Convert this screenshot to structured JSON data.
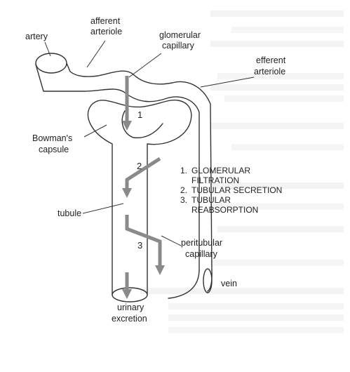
{
  "labels": {
    "artery": "artery",
    "afferent_1": "afferent",
    "afferent_2": "arteriole",
    "glomerular_1": "glomerular",
    "glomerular_2": "capillary",
    "efferent_1": "efferent",
    "efferent_2": "arteriole",
    "bowman_1": "Bowman's",
    "bowman_2": "capsule",
    "tubule": "tubule",
    "peritubular_1": "peritubular",
    "peritubular_2": "capillary",
    "vein": "vein",
    "urinary_1": "urinary",
    "urinary_2": "excretion"
  },
  "step_numbers": [
    "1",
    "2",
    "3"
  ],
  "legend": [
    {
      "number": "1.",
      "text": "GLOMERULAR"
    },
    {
      "number": "",
      "text": "FILTRATION"
    },
    {
      "number": "2.",
      "text": "TUBULAR SECRETION"
    },
    {
      "number": "3.",
      "text": "TUBULAR"
    },
    {
      "number": "",
      "text": "REABSORPTION"
    }
  ],
  "colors": {
    "outline": "#333333",
    "flow_arrow": "#8a8a8a",
    "bleed_through": "#c9c9c9"
  }
}
